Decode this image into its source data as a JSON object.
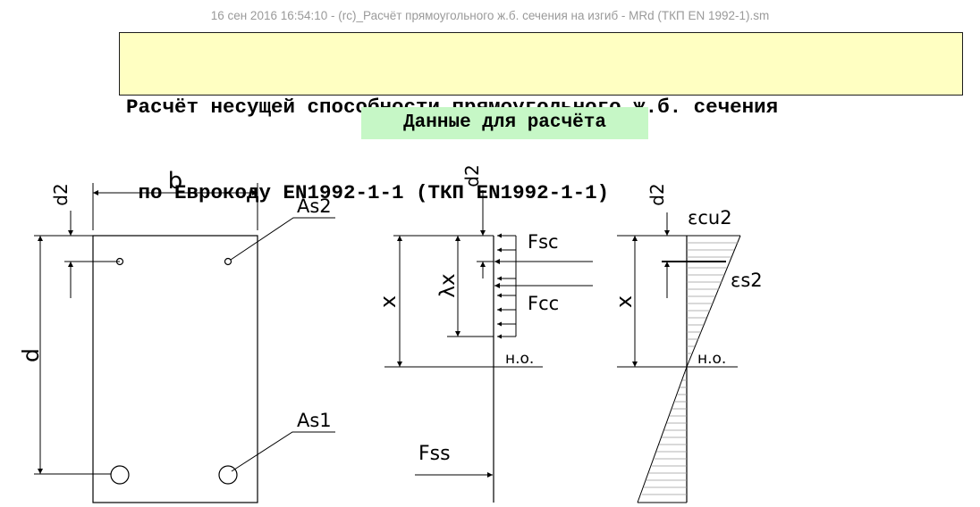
{
  "window": {
    "header": "16 сен 2016 16:54:10 - (rc)_Расчёт прямоугольного ж.б. сечения на изгиб - MRd (ТКП EN 1992-1).sm"
  },
  "title": {
    "line1": "Расчёт несущей способности прямоугольного ж.б. сечения",
    "line2": " по Еврокоду EN1992-1-1 (ТКП EN1992-1-1)"
  },
  "section_heading": "Данные для расчёта",
  "figure": {
    "cross_section": {
      "width_label": "b",
      "depth_label": "d",
      "top_cover_label": "d2",
      "top_bar_label": "As2",
      "bottom_bar_label": "As1"
    },
    "forces": {
      "top_cover_label": "d2",
      "height_label": "x",
      "block_height_label": "λx",
      "steel_compression_label": "Fsc",
      "concrete_compression_label": "Fcc",
      "steel_tension_label": "Fss",
      "neutral_axis_label": "н.о."
    },
    "strains": {
      "top_cover_label": "d2",
      "height_label": "x",
      "concrete_strain_label": "εcu2",
      "steel_strain_label": "εs2",
      "neutral_axis_label": "н.о."
    }
  }
}
